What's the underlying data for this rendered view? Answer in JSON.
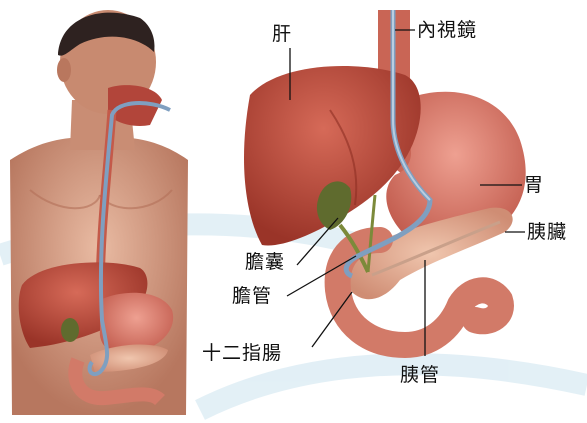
{
  "labels": {
    "liver": "肝",
    "endoscope": "內視鏡",
    "stomach": "胃",
    "pancreas": "胰臟",
    "gallbladder": "膽囊",
    "bile_duct": "膽管",
    "duodenum": "十二指腸",
    "pancreatic_duct": "胰管"
  },
  "colors": {
    "liver": "#b84a3c",
    "stomach": "#d9796a",
    "skin": "#d9a58c",
    "endoscope": "#7f9fc0",
    "pancreas": "#e6b39a",
    "gallbladder": "#5f6b2e",
    "watermark": "#dcecf4"
  }
}
